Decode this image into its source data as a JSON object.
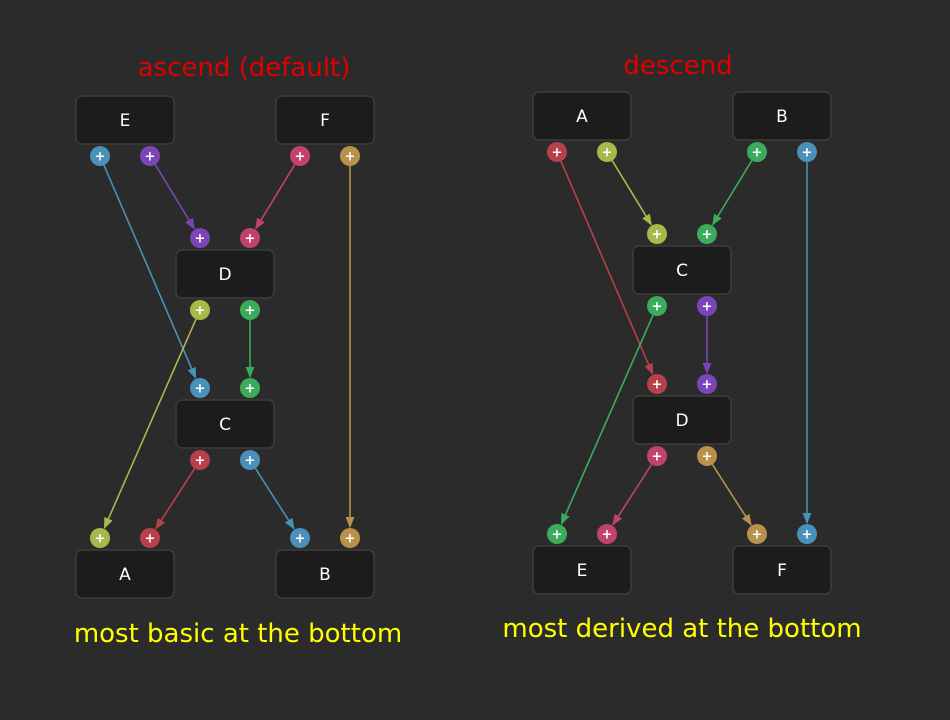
{
  "colors": {
    "background": "#2b2b2b",
    "title": "#e00000",
    "caption": "#ffff00",
    "node_fill": "#1c1c1c",
    "node_stroke": "#3c3c3c",
    "node_text": "#ffffff",
    "blue": "#4a90b8",
    "purple": "#7b45b8",
    "pink": "#c2426e",
    "olive": "#a8b84a",
    "gold": "#b8924a",
    "green": "#3cac5c",
    "red": "#b8404a"
  },
  "port_symbol": "+",
  "panels": [
    {
      "id": "ascend",
      "title": "ascend (default)",
      "caption": "most basic at the bottom",
      "nodes": [
        {
          "id": "E",
          "label": "E"
        },
        {
          "id": "F",
          "label": "F"
        },
        {
          "id": "D",
          "label": "D"
        },
        {
          "id": "C",
          "label": "C"
        },
        {
          "id": "A",
          "label": "A"
        },
        {
          "id": "B",
          "label": "B"
        }
      ],
      "edges": [
        {
          "from": "E",
          "to": "C",
          "color": "blue"
        },
        {
          "from": "E",
          "to": "D",
          "color": "purple"
        },
        {
          "from": "F",
          "to": "D",
          "color": "pink"
        },
        {
          "from": "F",
          "to": "B",
          "color": "gold"
        },
        {
          "from": "D",
          "to": "A",
          "color": "olive"
        },
        {
          "from": "D",
          "to": "C",
          "color": "green"
        },
        {
          "from": "C",
          "to": "A",
          "color": "red"
        },
        {
          "from": "C",
          "to": "B",
          "color": "blue"
        }
      ]
    },
    {
      "id": "descend",
      "title": "descend",
      "caption": "most derived at the bottom",
      "nodes": [
        {
          "id": "A",
          "label": "A"
        },
        {
          "id": "B",
          "label": "B"
        },
        {
          "id": "C",
          "label": "C"
        },
        {
          "id": "D",
          "label": "D"
        },
        {
          "id": "E",
          "label": "E"
        },
        {
          "id": "F",
          "label": "F"
        }
      ],
      "edges": [
        {
          "from": "A",
          "to": "D",
          "color": "red"
        },
        {
          "from": "A",
          "to": "C",
          "color": "olive"
        },
        {
          "from": "B",
          "to": "C",
          "color": "green"
        },
        {
          "from": "B",
          "to": "F",
          "color": "blue"
        },
        {
          "from": "C",
          "to": "E",
          "color": "green"
        },
        {
          "from": "C",
          "to": "D",
          "color": "purple"
        },
        {
          "from": "D",
          "to": "E",
          "color": "pink"
        },
        {
          "from": "D",
          "to": "F",
          "color": "gold"
        }
      ]
    }
  ]
}
